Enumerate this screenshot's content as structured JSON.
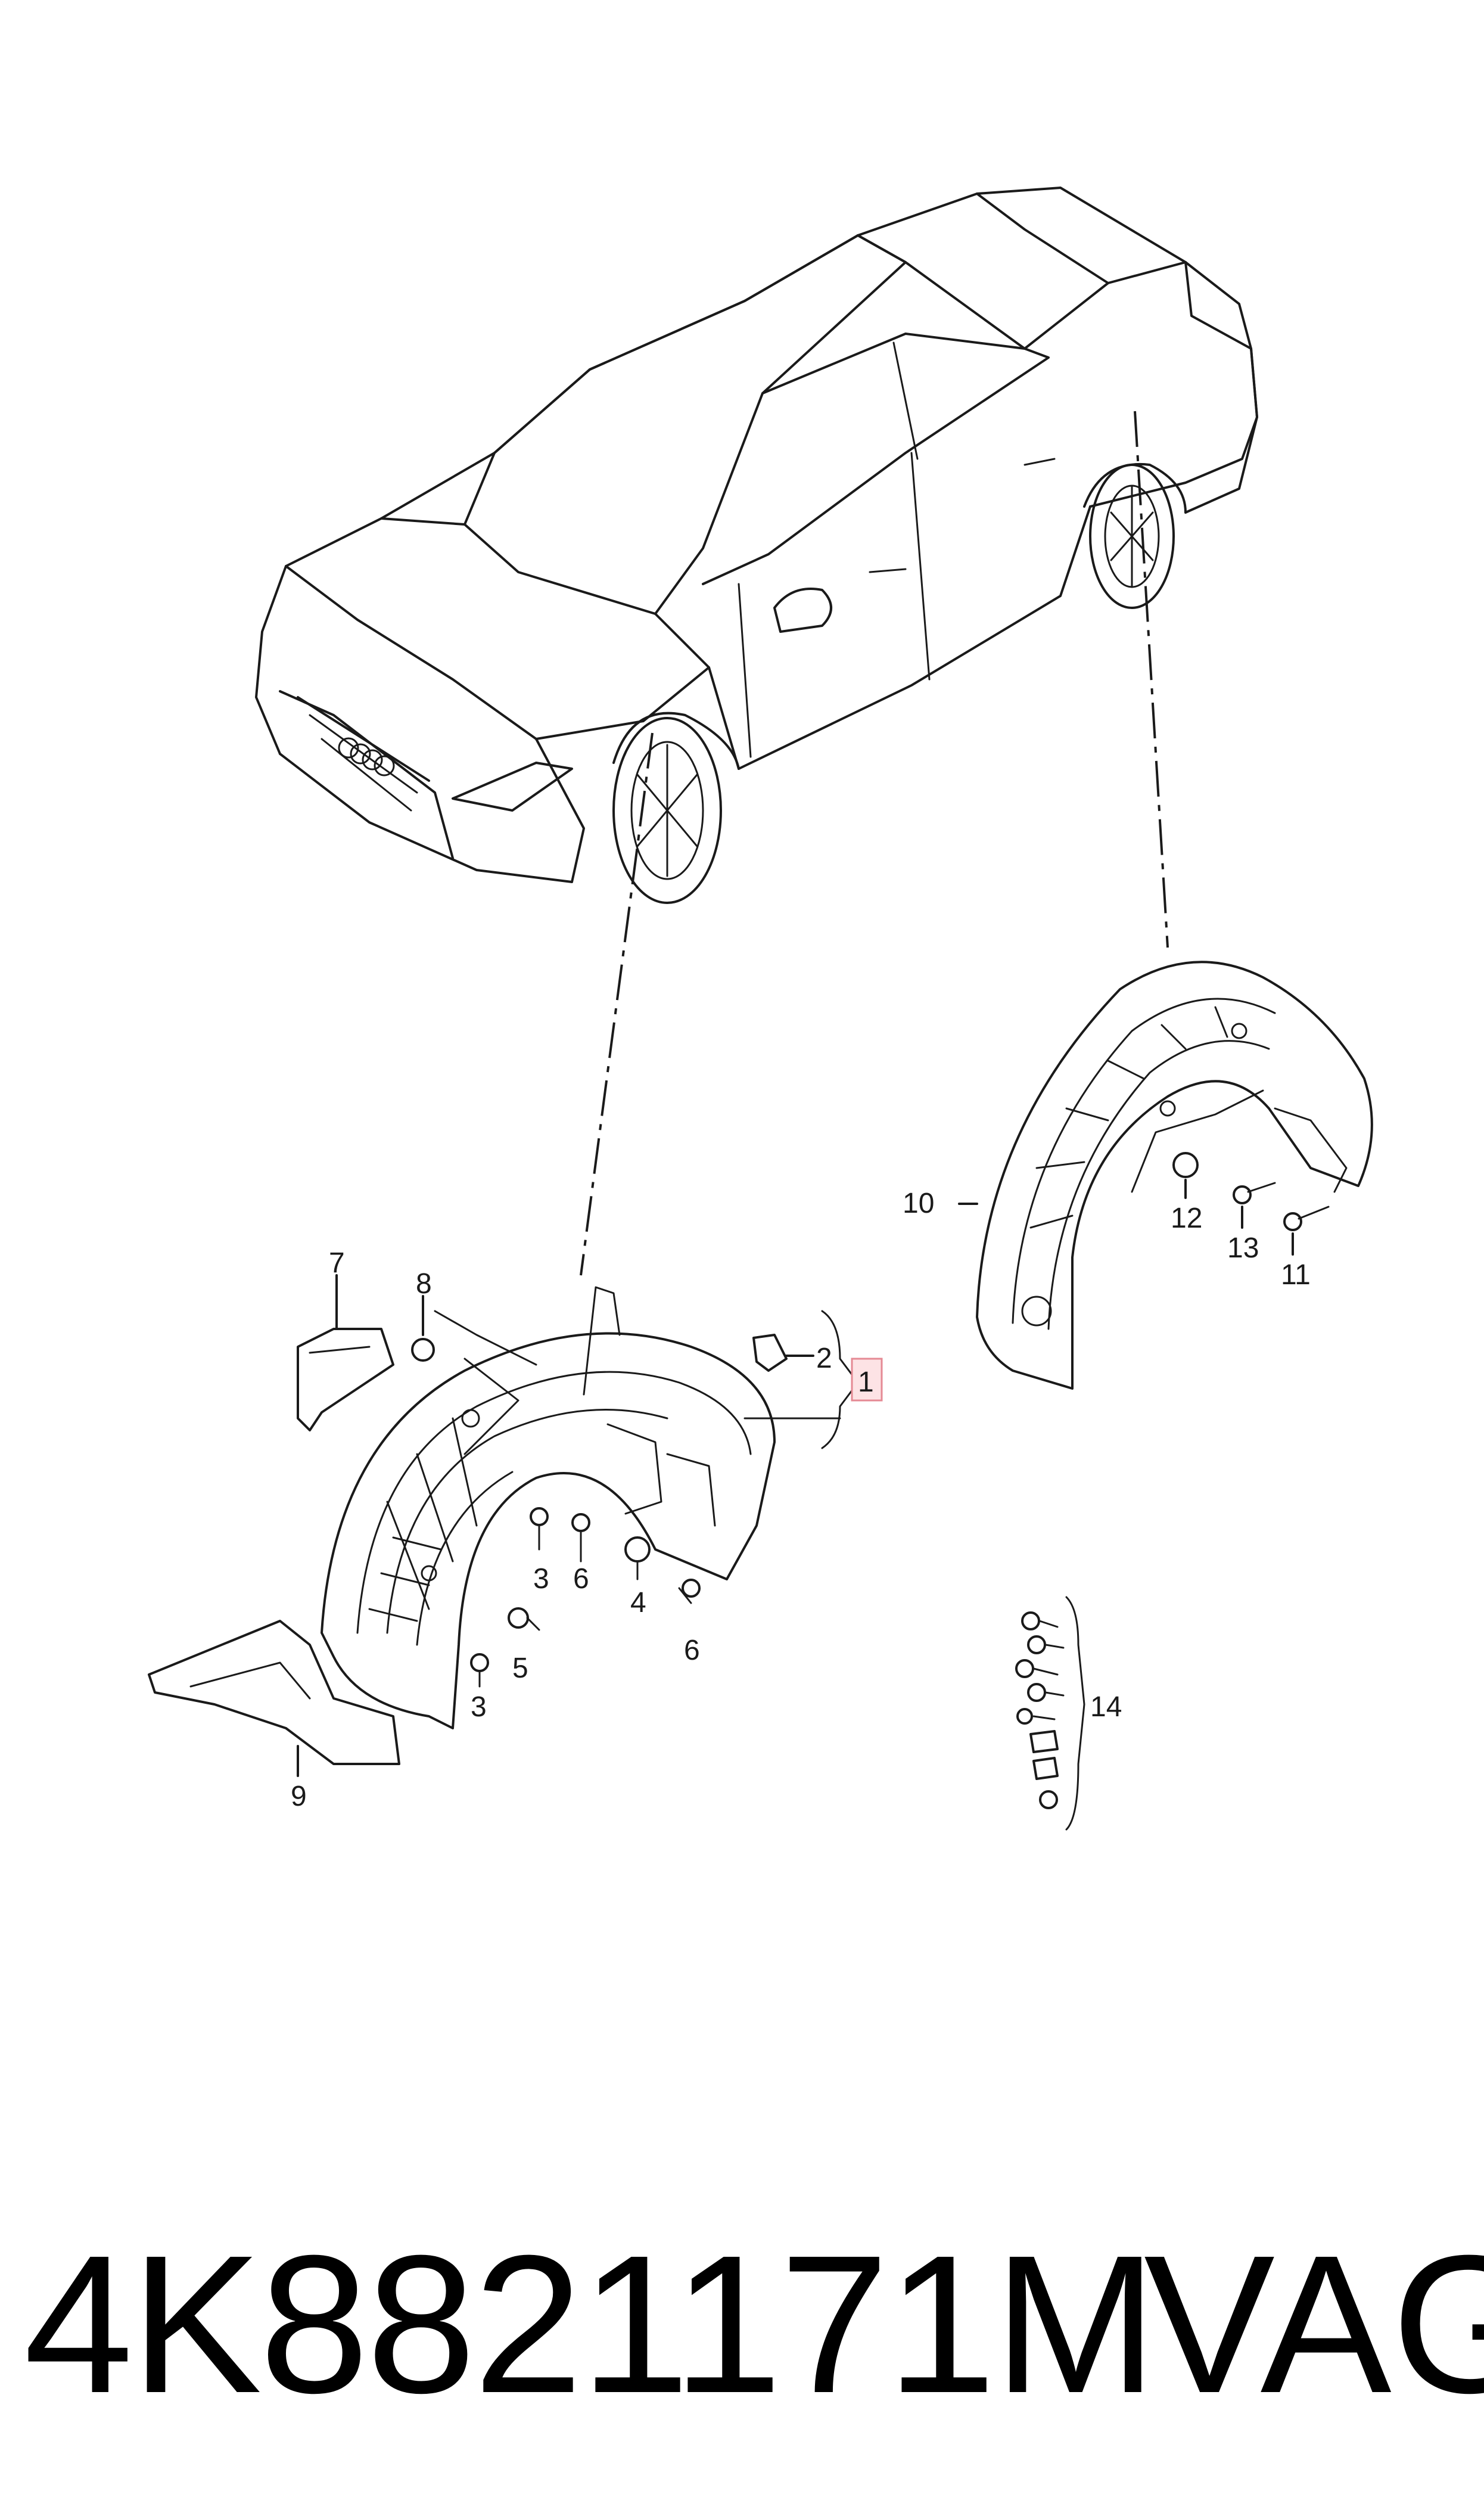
{
  "diagram": {
    "callouts": [
      "1",
      "2",
      "3",
      "4",
      "5",
      "6",
      "7",
      "8",
      "9",
      "10",
      "11",
      "12",
      "13",
      "14"
    ],
    "callout_1_highlight_color": "#fde3e5"
  },
  "footer": {
    "part_number": "4K8821171M",
    "brand": "VAG"
  }
}
